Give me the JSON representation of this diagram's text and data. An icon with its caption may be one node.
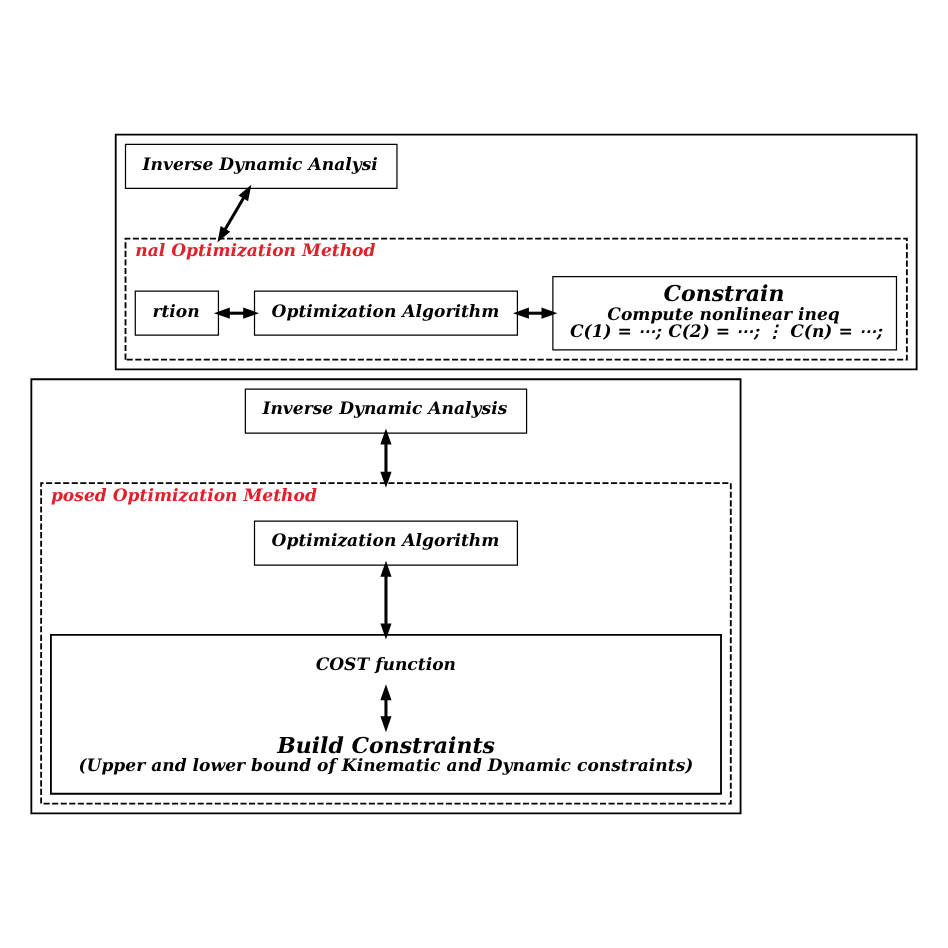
{
  "diagram": {
    "nodes": [
      {
        "text": [],
        "shape": "box"
      },
      {
        "text": [
          "Inverse Dynamic Analysi"
        ],
        "in": 0
      },
      {
        "text": [
          "nal Optimization Method"
        ],
        "in": 0
      },
      {
        "text": [
          "rtion"
        ],
        "in": 2
      },
      {
        "text": [
          "Optimization Algorithm"
        ],
        "in": 2
      },
      {
        "text": [
          "Constrain",
          "Compute nonlinear ineq",
          "C(1) = ⋯; C(2) = ⋯; ⋮ C(n) = ⋯;"
        ],
        "in": 2
      },
      {
        "text": [],
        "shape": "box"
      },
      {
        "text": [
          "Inverse Dynamic Analysis"
        ],
        "in": 6
      },
      {
        "text": [
          "posed Optimization Method"
        ],
        "in": 6
      },
      {
        "text": [
          "Optimization Algorithm"
        ],
        "in": 8
      },
      {
        "text": [],
        "shape": "box",
        "in": 8
      },
      {
        "text": [
          "COST function"
        ],
        "in": 10
      },
      {
        "text": [
          "Build Constraints",
          "(Upper and lower bound of Kinematic and Dynamic constraints)"
        ],
        "in": 10
      }
    ],
    "edges": [
      {
        "from": 1,
        "to": 2,
        "arrow": "both"
      },
      {
        "from": 3,
        "to": 4,
        "arrow": "both"
      },
      {
        "from": 4,
        "to": 5,
        "arrow": "both"
      },
      {
        "from": 7,
        "to": 8,
        "arrow": "both"
      },
      {
        "from": 9,
        "to": 10,
        "arrow": "both"
      },
      {
        "from": 11,
        "to": 12,
        "arrow": "both"
      }
    ]
  }
}
